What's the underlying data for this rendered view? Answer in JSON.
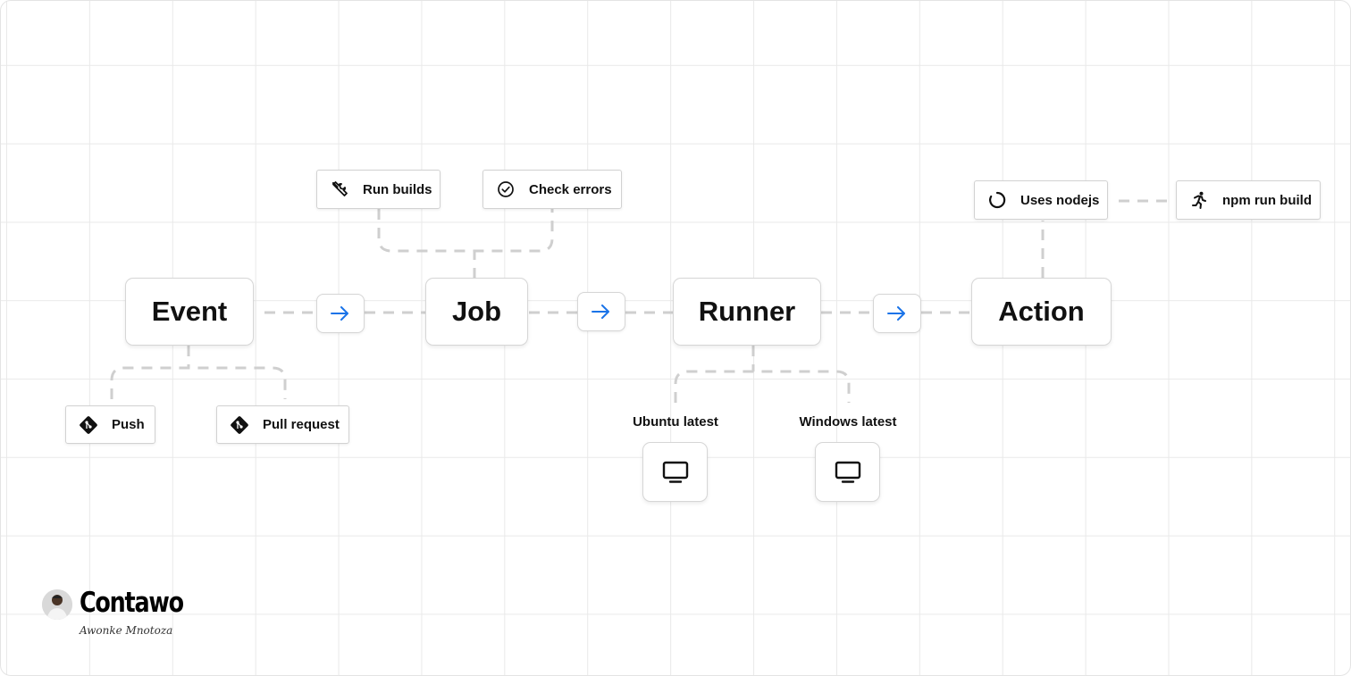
{
  "nodes": {
    "event": "Event",
    "job": "Job",
    "runner": "Runner",
    "action": "Action"
  },
  "event_triggers": [
    {
      "label": "Push",
      "icon": "git-commit-icon"
    },
    {
      "label": "Pull request",
      "icon": "git-commit-icon"
    }
  ],
  "job_steps": [
    {
      "label": "Run builds",
      "icon": "wrench-icon"
    },
    {
      "label": "Check errors",
      "icon": "check-circle-icon"
    }
  ],
  "runners": [
    {
      "label": "Ubuntu latest",
      "icon": "monitor-icon"
    },
    {
      "label": "Windows latest",
      "icon": "monitor-icon"
    }
  ],
  "action_steps": [
    {
      "label": "Uses nodejs",
      "icon": "loading-circle-icon"
    },
    {
      "label": "npm run build",
      "icon": "running-person-icon"
    }
  ],
  "flow_arrow_icon": "arrow-right-icon",
  "colors": {
    "arrow": "#1a73e8",
    "connector": "#cfcfcf",
    "grid": "#e9e9e9"
  },
  "brand": {
    "name": "Contawo",
    "author": "Awonke Mnotoza"
  }
}
